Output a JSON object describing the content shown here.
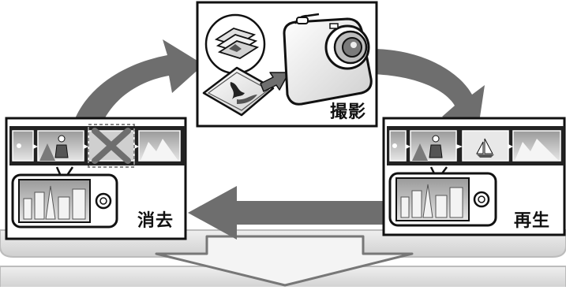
{
  "panels": {
    "capture": {
      "label": "撮影",
      "icons": [
        "memory-card-icon",
        "camera-icon"
      ]
    },
    "playback": {
      "label": "再生",
      "icons": [
        "filmstrip-icon",
        "photo-frame-icon"
      ]
    },
    "delete": {
      "label": "消去",
      "icons": [
        "filmstrip-icon",
        "delete-cross-icon",
        "photo-frame-icon"
      ]
    }
  },
  "colors": {
    "arrow": "#6e6e6e",
    "outline": "#111111",
    "band": "#d9d9d9",
    "panel_bg": "#ffffff"
  }
}
